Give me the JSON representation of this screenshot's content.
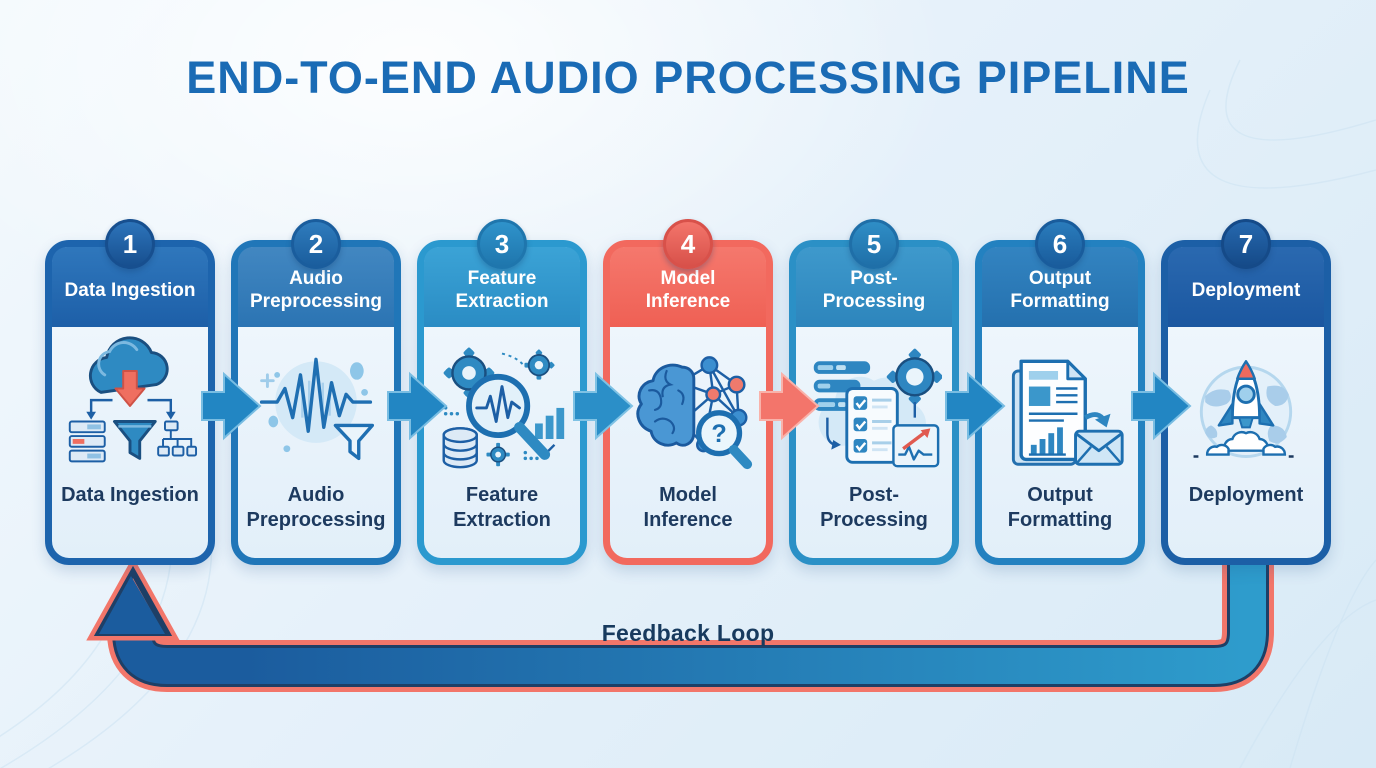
{
  "title": "END-TO-END AUDIO PROCESSING PIPELINE",
  "title_color": "#1a6bb5",
  "stages": [
    {
      "number": "1",
      "label": "Data Ingestion",
      "icon": "cloud-download-funnel-icon",
      "border": "#1d64ad",
      "header_from": "#2f77bc",
      "header_to": "#1d5fa8",
      "badge": "#2d74ba",
      "badge_ring": "#174f8f"
    },
    {
      "number": "2",
      "label": "Audio Preprocessing",
      "icon": "waveform-funnel-icon",
      "border": "#2076b8",
      "header_from": "#4287c1",
      "header_to": "#2b74b3",
      "badge": "#2f7cbd",
      "badge_ring": "#1a5d9d"
    },
    {
      "number": "3",
      "label": "Feature Extraction",
      "icon": "magnifier-waveform-gears-icon",
      "border": "#2b99cf",
      "header_from": "#3ba3d6",
      "header_to": "#2a8cc4",
      "badge": "#2f93cb",
      "badge_ring": "#1f76ad"
    },
    {
      "number": "4",
      "label": "Model Inference",
      "icon": "brain-neural-network-icon",
      "border": "#f2695e",
      "header_from": "#f5786d",
      "header_to": "#ef6054",
      "badge": "#f3756b",
      "badge_ring": "#d8514a"
    },
    {
      "number": "5",
      "label": "Post-Processing",
      "icon": "checklist-gear-chart-icon",
      "border": "#2b90c6",
      "header_from": "#3e99cc",
      "header_to": "#2d85bc",
      "badge": "#2f8ec6",
      "badge_ring": "#1f6fa8"
    },
    {
      "number": "6",
      "label": "Output Formatting",
      "icon": "document-report-envelope-icon",
      "border": "#2381c0",
      "header_from": "#3384c1",
      "header_to": "#2470ae",
      "badge": "#2a7cbc",
      "badge_ring": "#195c9c"
    },
    {
      "number": "7",
      "label": "Deployment",
      "icon": "rocket-launch-globe-icon",
      "border": "#1c5fa6",
      "header_from": "#2a69b0",
      "header_to": "#1b57a0",
      "badge": "#2668ae",
      "badge_ring": "#154a88"
    }
  ],
  "arrows": [
    {
      "color": "#2286c3",
      "edge": "#79bde2"
    },
    {
      "color": "#2286c3",
      "edge": "#79bde2"
    },
    {
      "color": "#2b8fc8",
      "edge": "#7fc2e4"
    },
    {
      "color": "#f3756b",
      "edge": "#f9b2aa"
    },
    {
      "color": "#2286c3",
      "edge": "#79bde2"
    },
    {
      "color": "#2286c3",
      "edge": "#79bde2"
    }
  ],
  "feedback": {
    "label": "Feedback Loop",
    "band_from": "#1b5c9e",
    "band_to": "#2e9ccc",
    "outline": "#f2766a",
    "edge": "#1e3f66",
    "text_color": "#173a5e"
  }
}
